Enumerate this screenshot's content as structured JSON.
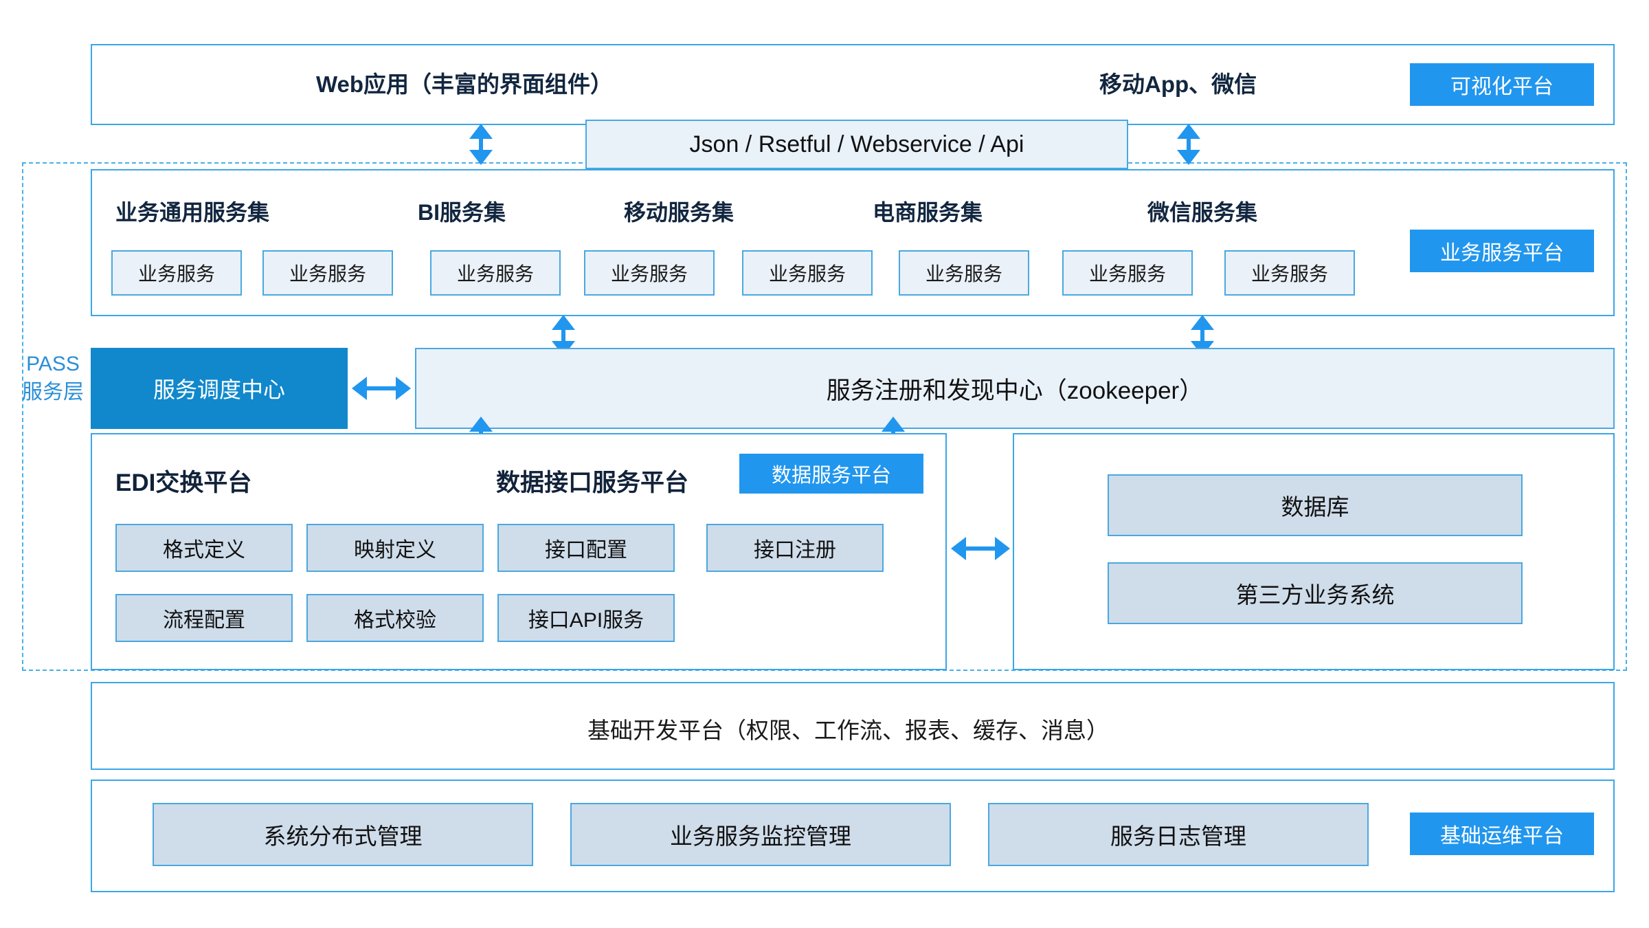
{
  "colors": {
    "accent": "#2196ee",
    "accent_deep": "#1188cc",
    "border": "#4aa8e0",
    "box_lite_fill": "#eaf1f8",
    "box_fill": "#cfdcea",
    "dashed": "#46b0ea",
    "header_text": "#12263f",
    "pass_label_text": "#2a8fd8"
  },
  "pass_layer": {
    "line1": "PASS",
    "line2": "服务层"
  },
  "presentation": {
    "web_app": "Web应用（丰富的界面组件）",
    "mobile": "移动App、微信",
    "badge": "可视化平台"
  },
  "api_bar": {
    "label": "Json / Rsetful / Webservice / Api"
  },
  "business_service_platform": {
    "badge": "业务服务平台",
    "groups": [
      {
        "title": "业务通用服务集",
        "services": [
          "业务服务",
          "业务服务"
        ]
      },
      {
        "title": "BI服务集",
        "services": [
          "业务服务"
        ]
      },
      {
        "title": "移动服务集",
        "services": [
          "业务服务",
          "业务服务"
        ]
      },
      {
        "title": "电商服务集",
        "services": [
          "业务服务"
        ]
      },
      {
        "title": "微信服务集",
        "services": [
          "业务服务",
          "业务服务"
        ]
      }
    ],
    "service_boxes": [
      "业务服务",
      "业务服务",
      "业务服务",
      "业务服务",
      "业务服务",
      "业务服务",
      "业务服务",
      "业务服务"
    ]
  },
  "registry_row": {
    "scheduler": "服务调度中心",
    "registry": "服务注册和发现中心（zookeeper）"
  },
  "data_service_platform": {
    "badge": "数据服务平台",
    "edi": {
      "title": "EDI交换平台",
      "boxes": [
        "格式定义",
        "映射定义",
        "流程配置",
        "格式校验"
      ]
    },
    "data_interface": {
      "title": "数据接口服务平台",
      "boxes": [
        "接口配置",
        "接口注册",
        "接口API服务"
      ]
    }
  },
  "external": {
    "boxes": [
      "数据库",
      "第三方业务系统"
    ]
  },
  "dev_platform": {
    "label": "基础开发平台（权限、工作流、报表、缓存、消息）"
  },
  "ops_platform": {
    "badge": "基础运维平台",
    "boxes": [
      "系统分布式管理",
      "业务服务监控管理",
      "服务日志管理"
    ]
  }
}
